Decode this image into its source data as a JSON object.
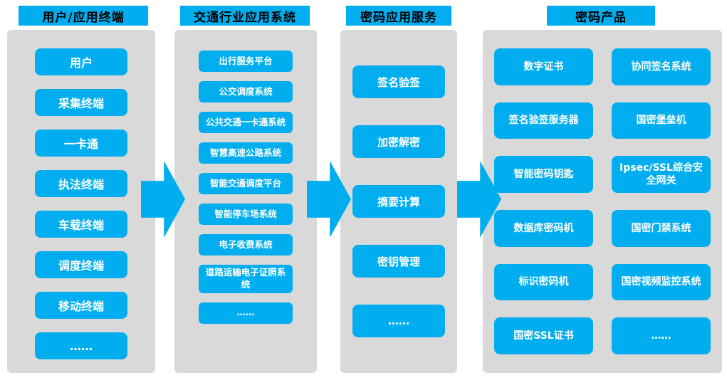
{
  "colors": {
    "accent": "#00AEEF",
    "panel": "#D9D9D9",
    "header_text": "#000000",
    "item_text": "#FFFFFF"
  },
  "columns": [
    {
      "header": "用户/应用终端",
      "items": [
        "用户",
        "采集终端",
        "一卡通",
        "执法终端",
        "车载终端",
        "调度终端",
        "移动终端",
        "……"
      ]
    },
    {
      "header": "交通行业应用系统",
      "items": [
        "出行服务平台",
        "公交调度系统",
        "公共交通一卡通系统",
        "智慧高速公路系统",
        "智能交通调度平台",
        "智能停车场系统",
        "电子收费系统",
        "道路运输电子证照系统",
        "……"
      ]
    },
    {
      "header": "密码应用服务",
      "items": [
        "签名验签",
        "加密解密",
        "摘要计算",
        "密钥管理",
        "……"
      ]
    },
    {
      "header": "密码产品",
      "items": [
        "数字证书",
        "协同签名系统",
        "签名验签服务器",
        "国密堡垒机",
        "智能密码钥匙",
        "Ipsec/SSL综合安全网关",
        "数据库密码机",
        "国密门禁系统",
        "标识密码机",
        "国密视频监控系统",
        "国密SSL证书",
        "……"
      ]
    }
  ]
}
